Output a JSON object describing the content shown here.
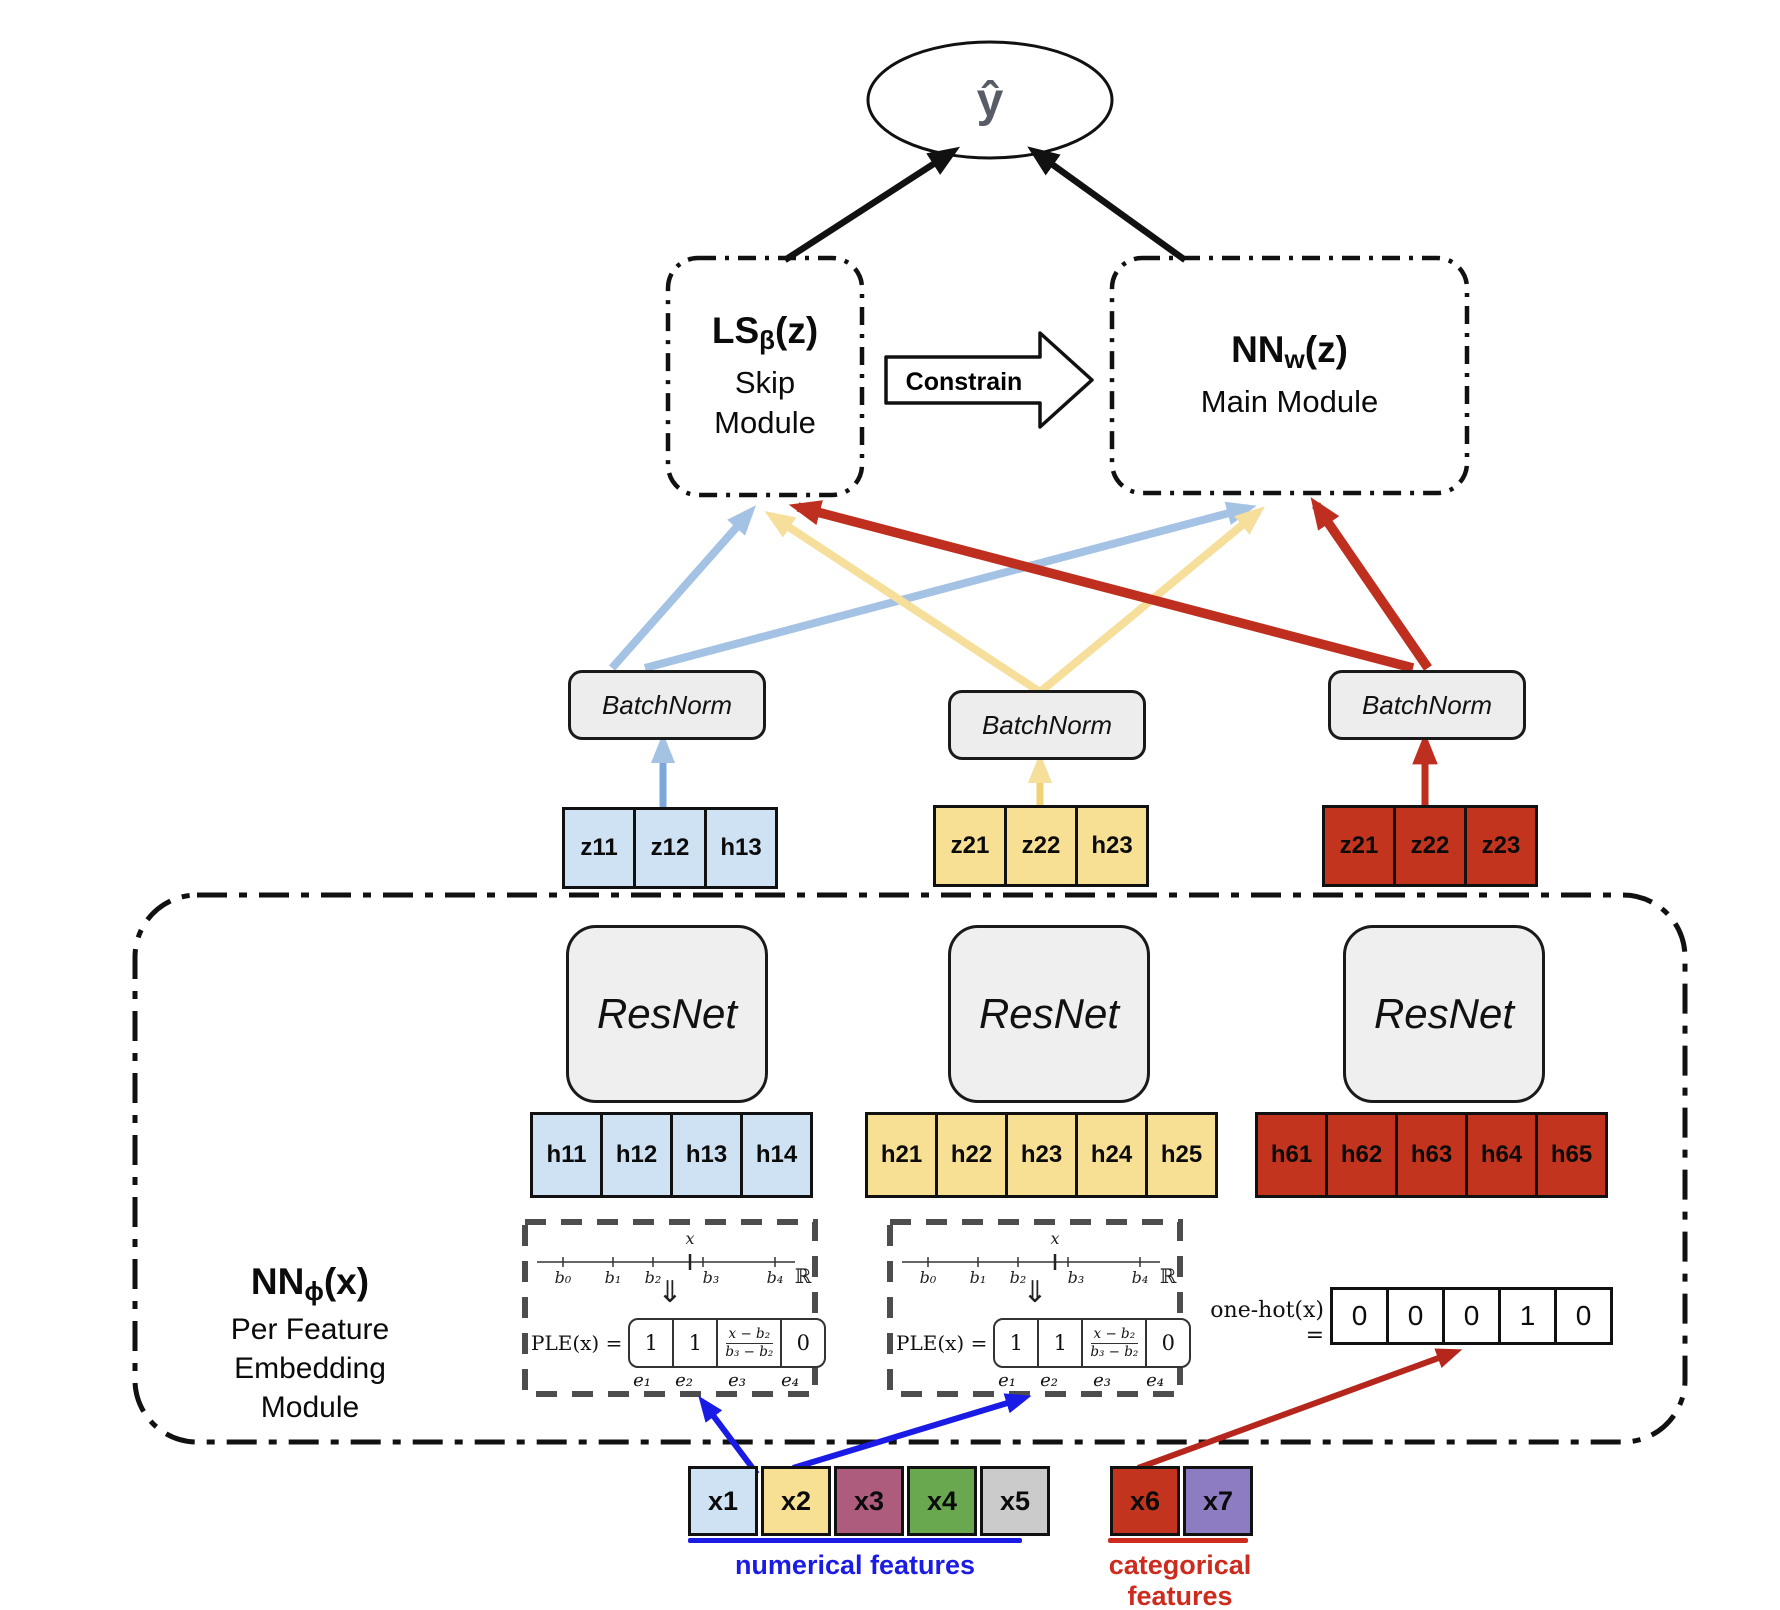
{
  "output_node": {
    "label": "ŷ"
  },
  "skip_module": {
    "name_pre": "LS",
    "name_sub": "β",
    "name_post": "(z)",
    "line1": "Skip",
    "line2": "Module"
  },
  "constrain": {
    "label": "Constrain"
  },
  "main_module": {
    "name_pre": "NN",
    "name_sub": "w",
    "name_post": "(z)",
    "subtitle": "Main Module"
  },
  "batchnorm_label": "BatchNorm",
  "resnet_label": "ResNet",
  "z_vectors": {
    "blue": [
      "z11",
      "z12",
      "h13"
    ],
    "yellow": [
      "z21",
      "z22",
      "h23"
    ],
    "red": [
      "z21",
      "z22",
      "z23"
    ]
  },
  "h_vectors": {
    "blue": [
      "h11",
      "h12",
      "h13",
      "h14"
    ],
    "yellow": [
      "h21",
      "h22",
      "h23",
      "h24",
      "h25"
    ],
    "red": [
      "h61",
      "h62",
      "h63",
      "h64",
      "h65"
    ]
  },
  "embedding_module": {
    "name_pre": "NN",
    "name_sub": "ϕ",
    "name_post": "(x)",
    "line1": "Per Feature",
    "line2": "Embedding",
    "line3": "Module"
  },
  "ple": {
    "x_label": "x",
    "ticks": [
      "b₀",
      "b₁",
      "b₂",
      "b₃",
      "b₄"
    ],
    "real_symbol": "ℝ",
    "down_arrow": "⇓",
    "lhs": "PLE(x) =",
    "cell1": "1",
    "cell2": "1",
    "frac_num": "x − b₂",
    "frac_den": "b₃ − b₂",
    "cell4": "0",
    "e_labels": [
      "e₁",
      "e₂",
      "e₃",
      "e₄"
    ]
  },
  "one_hot": {
    "label": "one-hot(x) =",
    "cells": [
      "0",
      "0",
      "0",
      "1",
      "0"
    ]
  },
  "features": {
    "numerical": {
      "caption": "numerical features",
      "items": [
        "x1",
        "x2",
        "x3",
        "x4",
        "x5"
      ]
    },
    "categorical": {
      "caption": "categorical features",
      "items": [
        "x6",
        "x7"
      ]
    }
  },
  "colors": {
    "cell_light_blue": "#cfe2f3",
    "cell_light_yellow": "#f7df94",
    "cell_red": "#c3341f",
    "arrow_light_blue": "#a4c2e4",
    "arrow_light_yellow": "#f6df9a",
    "arrow_red": "#bf2f1f",
    "arrow_black": "#111111",
    "feature_arrow_blue": "#1b1be6",
    "feature_arrow_red": "#b5271d",
    "numerical_caption_blue": "#1b1be6",
    "categorical_caption_red": "#cc2b1e",
    "feature_mauve": "#ad5c7e",
    "feature_green": "#6aa84f",
    "feature_gray": "#cbcbcb",
    "feature_purple": "#8e7cc3",
    "box_gray": "#ededed"
  }
}
